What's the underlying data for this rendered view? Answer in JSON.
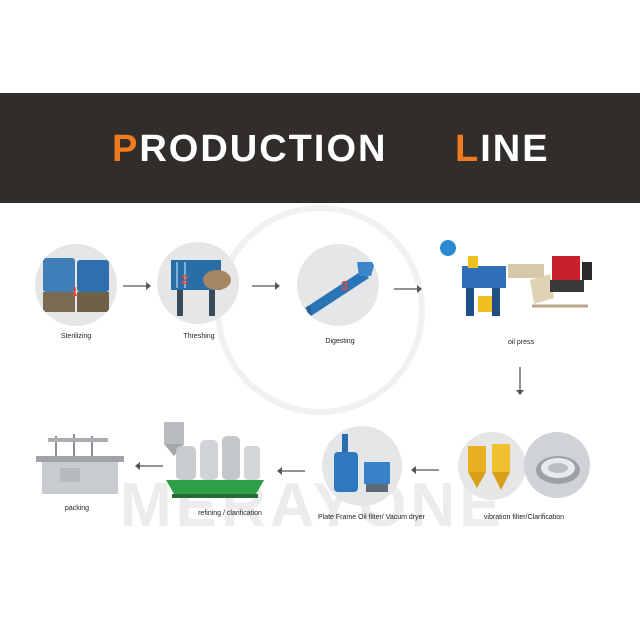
{
  "header": {
    "word1_first": "P",
    "word1_rest": "RODUCTION",
    "word2_first": "L",
    "word2_rest": "INE",
    "accent_color": "#f07a1e",
    "banner_color": "#302d2b"
  },
  "watermark": {
    "text": "MERAYONE"
  },
  "steps": [
    {
      "label": "Sterilizing",
      "number": "1"
    },
    {
      "label": "Threshing",
      "number": "2"
    },
    {
      "label": "Digesting",
      "number": "3"
    },
    {
      "label": "oil   press"
    },
    {
      "label": "vibration filter/Clarification"
    },
    {
      "label": "Plate Frame Oil filter/ Vacum dryer"
    },
    {
      "label": "refining / clarification"
    },
    {
      "label": "packing"
    }
  ]
}
